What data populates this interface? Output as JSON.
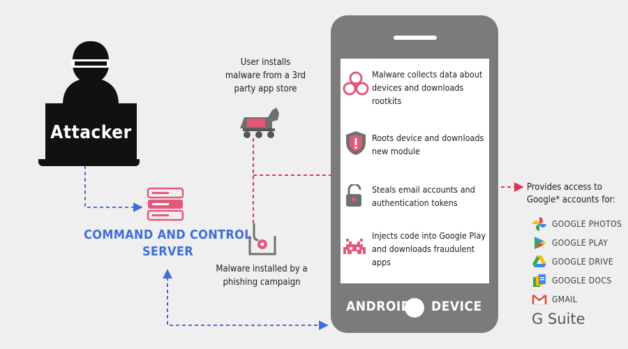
{
  "attacker": {
    "label": "Attacker"
  },
  "cnc": {
    "line1": "COMMAND AND CONTROL",
    "line2": "SERVER"
  },
  "vectors": {
    "app_store": "User installs malware from a 3rd party app store",
    "phishing": "Malware installed by a phishing campaign"
  },
  "phone": {
    "left_label": "ANDROID",
    "right_label": "DEVICE",
    "steps": [
      {
        "icon": "biohazard-icon",
        "text": "Malware collects data about devices and downloads rootkits"
      },
      {
        "icon": "shield-alert-icon",
        "text": "Roots device and downloads new module"
      },
      {
        "icon": "open-padlock-icon",
        "text": "Steals email accounts and authentication tokens"
      },
      {
        "icon": "space-invader-icon",
        "text": "Injects code into Google Play and downloads fraudulent apps"
      }
    ]
  },
  "provides": {
    "text": "Provides access to Google* accounts for:"
  },
  "services": [
    {
      "icon": "google-photos-icon",
      "label": "GOOGLE PHOTOS"
    },
    {
      "icon": "google-play-icon",
      "label": "GOOGLE PLAY"
    },
    {
      "icon": "google-drive-icon",
      "label": "GOOGLE DRIVE"
    },
    {
      "icon": "google-docs-icon",
      "label": "GOOGLE DOCS"
    },
    {
      "icon": "gmail-icon",
      "label": "GMAIL"
    }
  ],
  "gsuite": "G Suite",
  "colors": {
    "red": "#e5324f",
    "blue": "#3f6fd6",
    "pink": "#e4587a",
    "phone": "#7b7b7b"
  }
}
